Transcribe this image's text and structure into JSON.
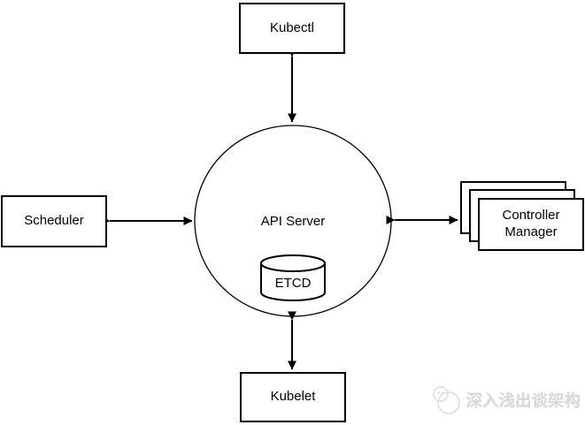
{
  "diagram": {
    "title_implied": "Kubernetes core components",
    "nodes": {
      "kubectl": {
        "label": "Kubectl",
        "shape": "rectangle"
      },
      "scheduler": {
        "label": "Scheduler",
        "shape": "rectangle"
      },
      "kubelet": {
        "label": "Kubelet",
        "shape": "rectangle"
      },
      "controller_manager": {
        "label": "Controller Manager",
        "shape": "stacked-rectangles",
        "stack_count": 3
      },
      "api_server": {
        "label": "API Server",
        "shape": "circle"
      },
      "etcd": {
        "label": "ETCD",
        "shape": "cylinder",
        "contained_in": "api_server"
      }
    },
    "edges": [
      {
        "from": "kubectl",
        "to": "api_server",
        "style": "double-headed-arrow"
      },
      {
        "from": "scheduler",
        "to": "api_server",
        "style": "double-headed-arrow"
      },
      {
        "from": "controller_manager",
        "to": "api_server",
        "style": "double-headed-arrow"
      },
      {
        "from": "kubelet",
        "to": "api_server",
        "style": "double-headed-arrow"
      }
    ],
    "colors": {
      "stroke": "#000000",
      "fill": "#ffffff",
      "background": "#ffffff",
      "watermark": "#d8d8d8"
    }
  },
  "watermark": {
    "text": "深入浅出谈架构",
    "logo": "sketch-bubbles-logo-icon"
  }
}
